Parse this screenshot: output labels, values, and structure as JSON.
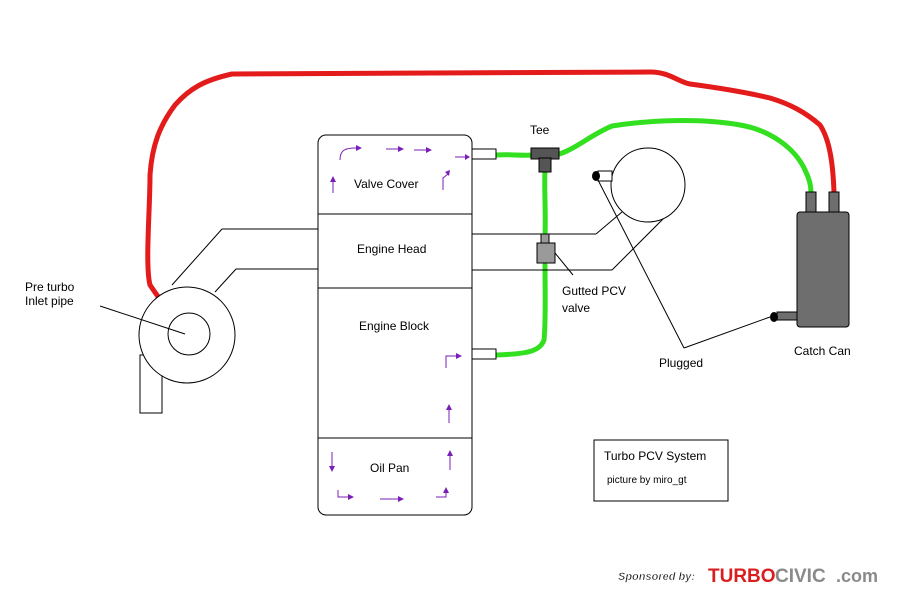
{
  "labels": {
    "tee": "Tee",
    "valve_cover": "Valve Cover",
    "engine_head": "Engine Head",
    "engine_block": "Engine Block",
    "oil_pan": "Oil Pan",
    "pre_turbo_line1": "Pre turbo",
    "pre_turbo_line2": "Inlet pipe",
    "gutted_pcv_line1": "Gutted PCV",
    "gutted_pcv_line2": "valve",
    "plugged": "Plugged",
    "catch_can": "Catch Can"
  },
  "title_box": {
    "title": "Turbo PCV System",
    "credit": "picture by miro_gt"
  },
  "sponsor": {
    "prefix": "Sponsored by:",
    "brand_red": "TURBO",
    "brand_gray": "CIVIC",
    "suffix": ".com"
  },
  "colors": {
    "hose_red": "#e31b1b",
    "hose_green": "#33e020",
    "flow_arrows": "#7a1fb5",
    "catch_can": "#6e6e6e",
    "pcv_valve": "#9a9a9a"
  }
}
